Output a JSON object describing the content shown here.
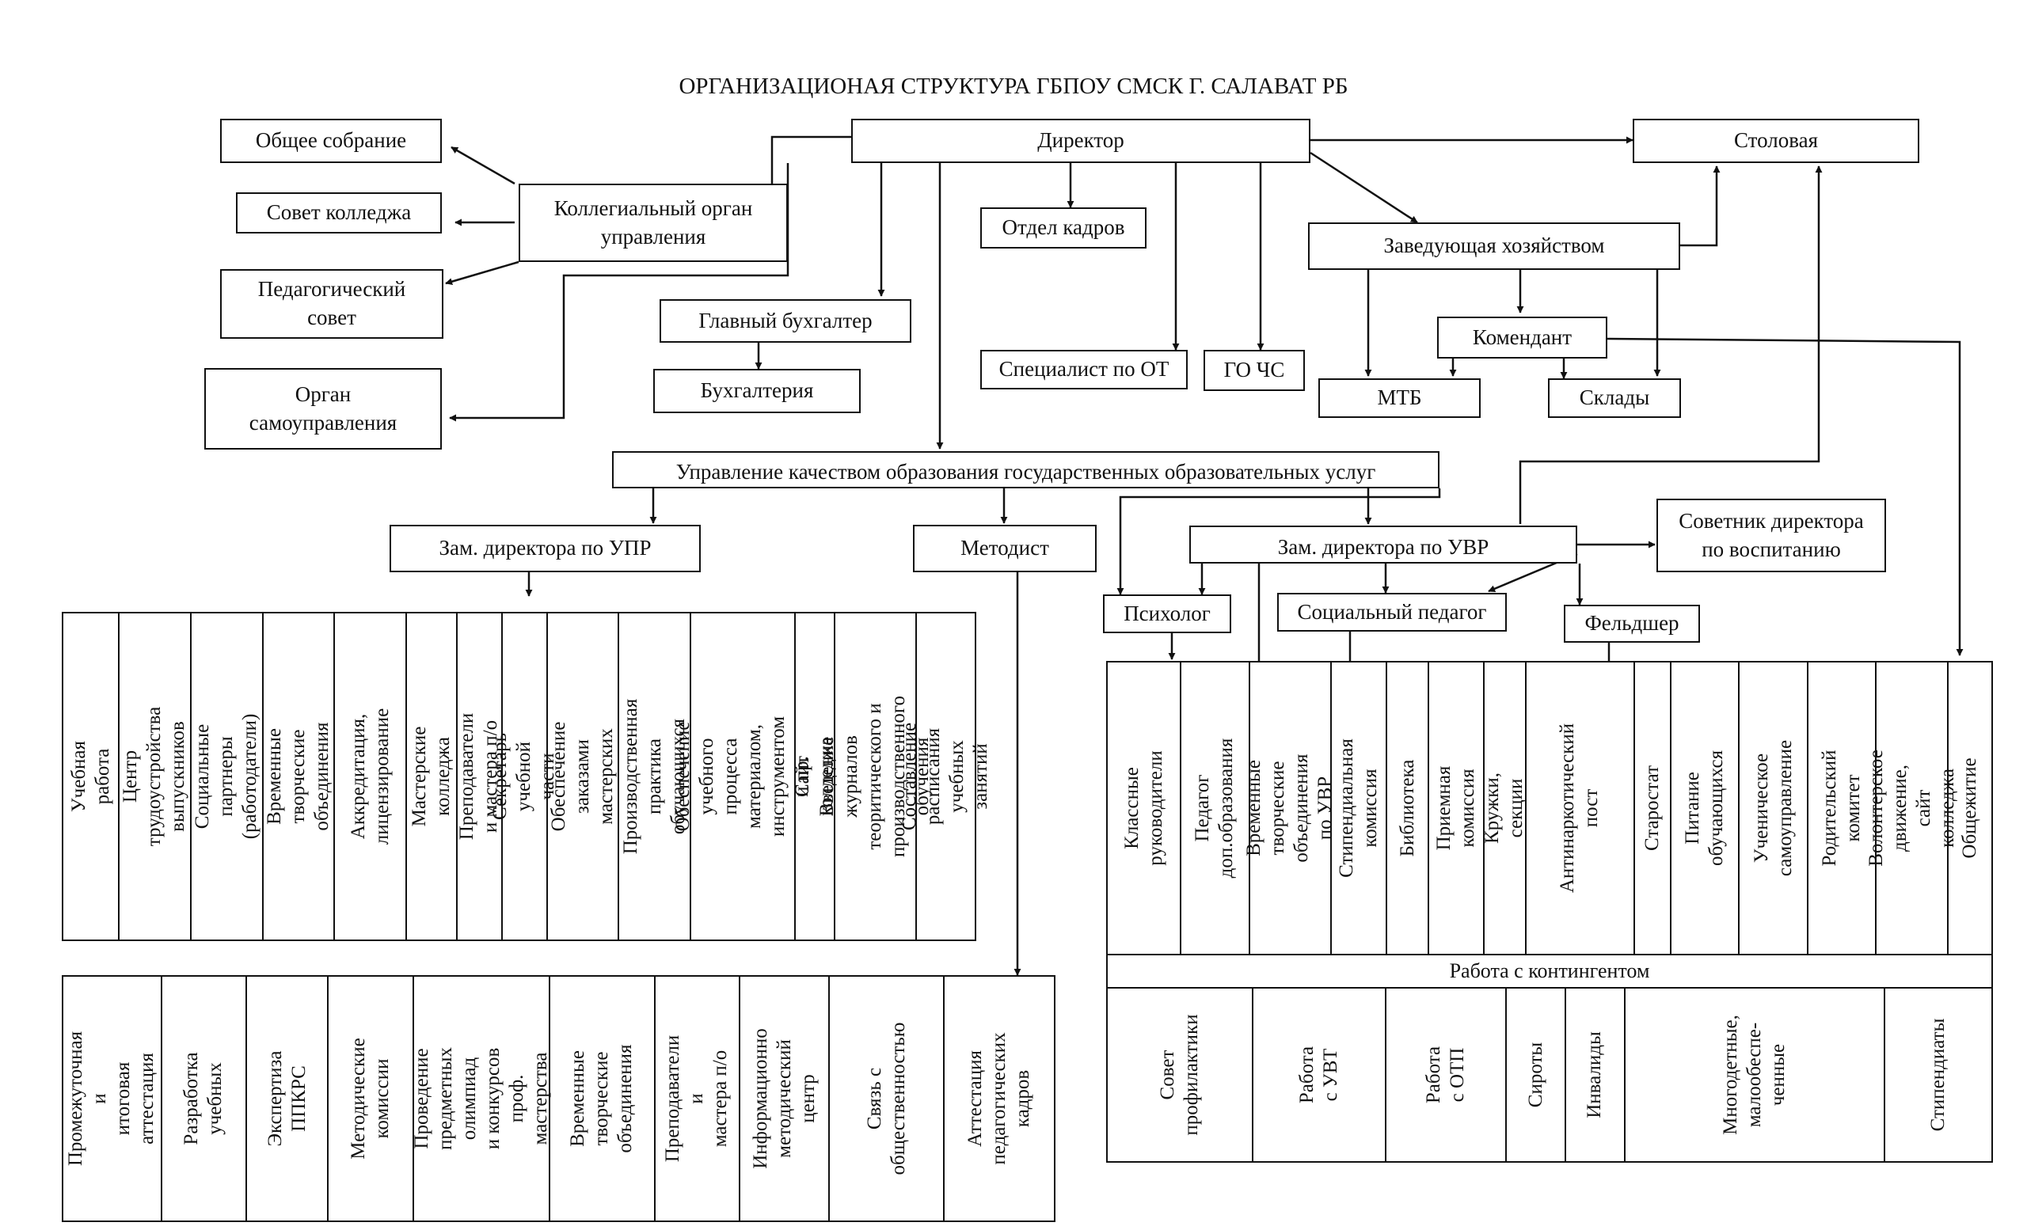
{
  "title": "ОРГАНИЗАЦИОНАЯ СТРУКТУРА ГБПОУ СМСК Г. САЛАВАТ РБ",
  "nodes": {
    "director": "Директор",
    "collegial": "Коллегиальный орган\nуправления",
    "general_meeting": "Общее собрание",
    "college_council": "Совет колледжа",
    "ped_council": "Педагогический\nсовет",
    "self_gov": "Орган\nсамоуправления",
    "hr": "Отдел кадров",
    "chief_accountant": "Главный бухгалтер",
    "accounting": "Бухгалтерия",
    "ot_specialist": "Специалист по ОТ",
    "go_chs": "ГО ЧС",
    "canteen": "Столовая",
    "household": "Заведующая хозяйством",
    "commandant": "Комендант",
    "mtb": "МТБ",
    "warehouses": "Склады",
    "quality": "Управление качеством образования государственных образовательных услуг",
    "dep_upr": "Зам. директора по УПР",
    "methodist": "Методист",
    "dep_uvr": "Зам. директора по УВР",
    "adviser": "Советник директора\nпо воспитанию",
    "psychologist": "Психолог",
    "social_teacher": "Социальный педагог",
    "paramedic": "Фельдшер"
  },
  "upr_table": [
    "Учебная работа",
    "Центр трудоустройства\nвыпускников",
    "Социальные партнеры\n(работодатели)",
    "Временные творческие\nобъединения",
    "Аккредитация, лицензирование",
    "Мастерские колледжа",
    "Преподаватели и мастера п/о",
    "Секретарь учебной части",
    "Обеспечение заказами\nмастерских",
    "Производственная практика\nобучающихся",
    "Обеспечение учебного\nпроцесса материалом,\nинструментом и пр.",
    "Сайт колледжа",
    "Введение журналов\nтеоритического и\nпроизводственного обучения",
    "Составление расписания\nучебных занятий"
  ],
  "method_table": [
    "Промежуточная и\nитоговая аттестация",
    "Разработка учебных",
    "Экспертиза ППКРС",
    "Методические\nкомиссии",
    "Проведение\nпредметных олимпиад\nи конкурсов проф.\nмастерства",
    "Временные\nтворческие\nобъединения",
    "Преподаватели и\nмастера п/о",
    "Информационно\nметодический центр",
    "Связь с\nобщественностью",
    "Аттестация\nпедагогических кадров"
  ],
  "uvr_table": [
    "Классные руководители",
    "Педагог доп.образования",
    "Временные творческие\nобъединения по УВР",
    "Стипендиальная комиссия",
    "Библиотека",
    "Приемная комиссия",
    "Кружки, секции",
    "Антинаркотический пост",
    "Старостат",
    "Питание обучающихся",
    "Ученическое\nсамоуправление",
    "Родительский комитет",
    "Волонтерское движение,\nсайт колледжа",
    "Общежитие"
  ],
  "contingent_label": "Работа с контингентом",
  "contingent_table": [
    "Совет\nпрофилактики",
    "Работа с УВТ",
    "Работа с ОТП",
    "Сироты",
    "Инвалиды",
    "Многодетные,\nмалообеспе-\nченные",
    "Стипендиаты"
  ]
}
